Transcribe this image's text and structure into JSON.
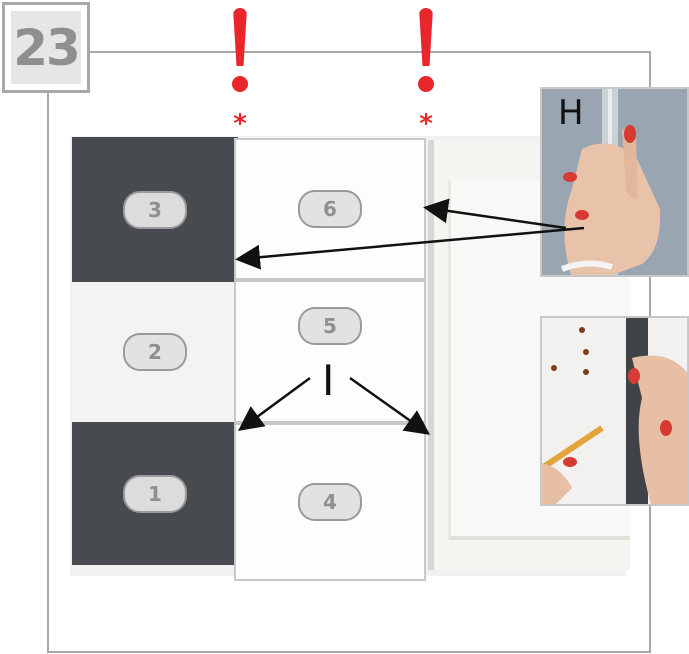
{
  "step": {
    "number": "23"
  },
  "warnings": {
    "mark": "!",
    "asterisk": "*"
  },
  "panels": {
    "p1": "1",
    "p2": "2",
    "p3": "3",
    "p4": "4",
    "p5": "5",
    "p6": "6"
  },
  "photos": {
    "top_label": "H"
  },
  "callout": {
    "label": "I"
  },
  "colors": {
    "warning": "#e8262b",
    "dark_panel": "#474b50",
    "frame": "#a8a8a8"
  }
}
